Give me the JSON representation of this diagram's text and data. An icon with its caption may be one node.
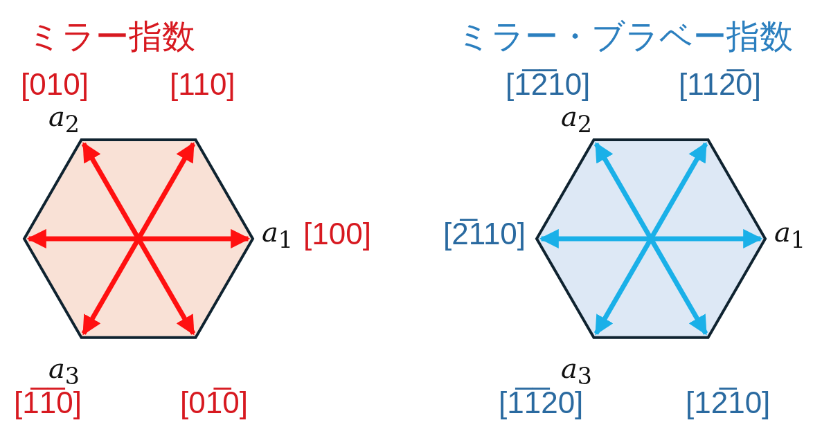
{
  "diagram": {
    "nodes": [
      {
        "text": [],
        "shape": "hexagon"
      },
      {
        "text": [],
        "shape": "hexagon"
      }
    ],
    "labels": [
      "ミラー指数",
      "ミラー・ブラベー指数",
      "[010]",
      "[110]",
      "[1̅2̅10]",
      "[112̅0]",
      "*a*$_{2}$",
      "*a*$_{2}$",
      "*a*$_{1}$",
      "[100]",
      "[2̅110]",
      "*a*$_{1}$",
      "*a*$_{3}$",
      "*a*$_{3}$",
      "[1̅1̅0]",
      "[01̅0]",
      "[1̅1̅20]",
      "[12̅10]"
    ]
  }
}
